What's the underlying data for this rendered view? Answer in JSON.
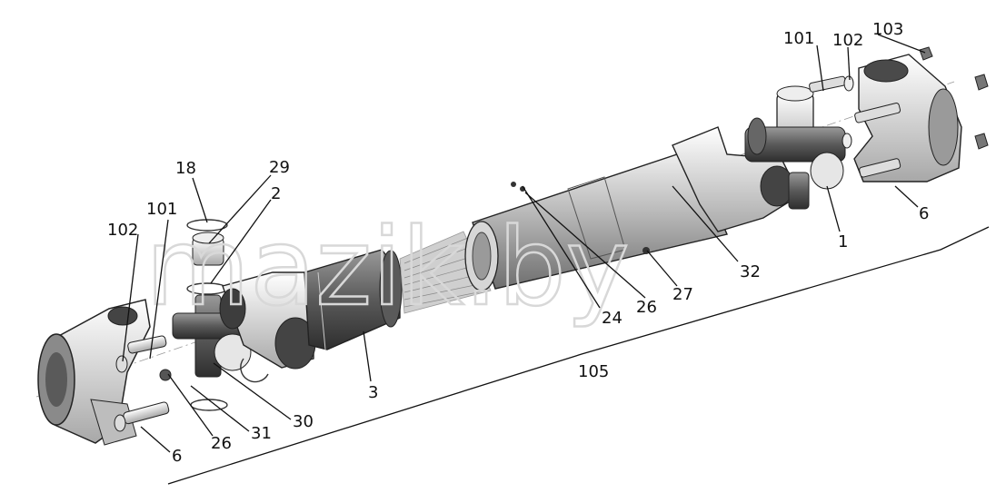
{
  "watermark": "mazik.by",
  "callouts": [
    {
      "id": "c18",
      "text": "18"
    },
    {
      "id": "c29",
      "text": "29"
    },
    {
      "id": "c2",
      "text": "2"
    },
    {
      "id": "c101a",
      "text": "101"
    },
    {
      "id": "c102a",
      "text": "102"
    },
    {
      "id": "c6a",
      "text": "6"
    },
    {
      "id": "c26a",
      "text": "26"
    },
    {
      "id": "c31",
      "text": "31"
    },
    {
      "id": "c30",
      "text": "30"
    },
    {
      "id": "c3",
      "text": "3"
    },
    {
      "id": "c105",
      "text": "105"
    },
    {
      "id": "c24",
      "text": "24"
    },
    {
      "id": "c26b",
      "text": "26"
    },
    {
      "id": "c27",
      "text": "27"
    },
    {
      "id": "c32",
      "text": "32"
    },
    {
      "id": "c1",
      "text": "1"
    },
    {
      "id": "c6b",
      "text": "6"
    },
    {
      "id": "c101b",
      "text": "101"
    },
    {
      "id": "c102b",
      "text": "102"
    },
    {
      "id": "c103",
      "text": "103"
    }
  ]
}
